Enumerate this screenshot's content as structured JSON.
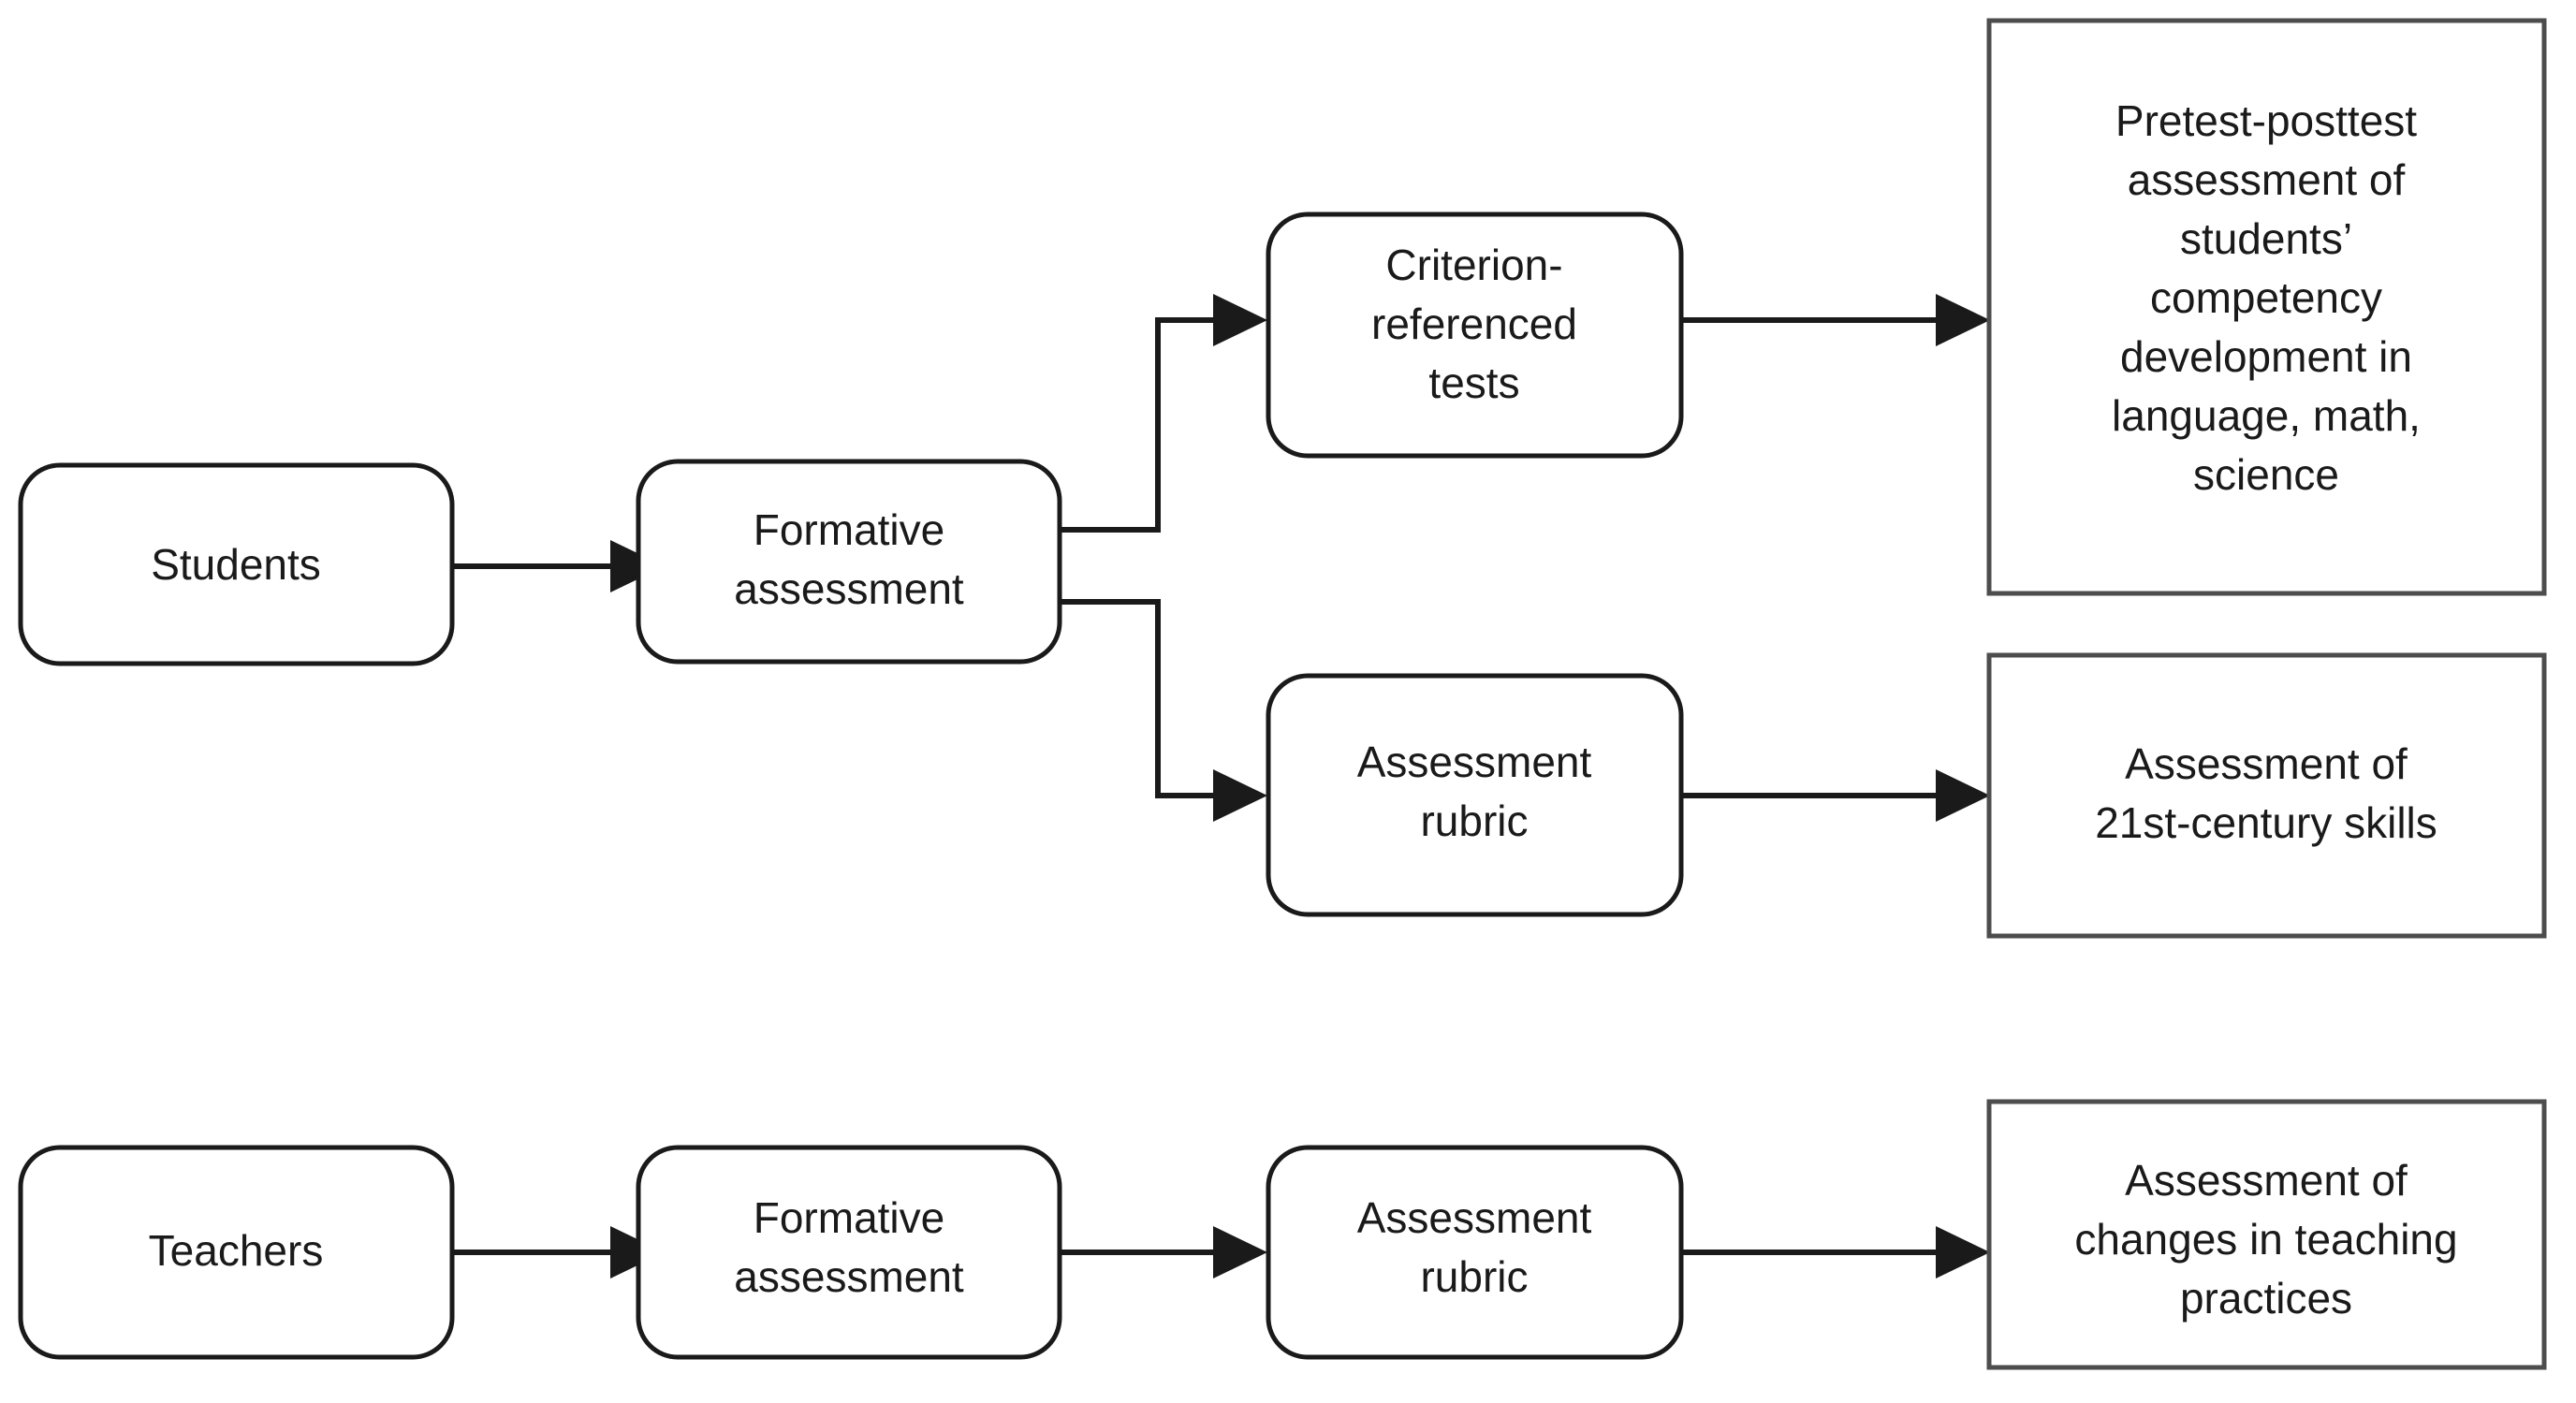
{
  "diagram": {
    "type": "flowchart",
    "title": "Assessment framework flowchart",
    "background_color": "#ffffff",
    "stroke_color": "#1a1a1a",
    "text_color": "#1a1a1a",
    "nodes": {
      "students": {
        "label": "Students",
        "shape": "rounded-rectangle",
        "lines": [
          "Students"
        ]
      },
      "student_formative_assessment": {
        "label": "Formative assessment",
        "shape": "rounded-rectangle",
        "lines": [
          "Formative",
          "assessment"
        ]
      },
      "criterion_referenced_tests": {
        "label": "Criterion-referenced tests",
        "shape": "rounded-rectangle",
        "lines": [
          "Criterion-",
          "referenced",
          "tests"
        ]
      },
      "student_assessment_rubric": {
        "label": "Assessment rubric",
        "shape": "rounded-rectangle",
        "lines": [
          "Assessment",
          "rubric"
        ]
      },
      "pretest_posttest_outcome": {
        "label": "Pretest-posttest assessment of students’ competency development in language, math, science",
        "shape": "rectangle",
        "lines": [
          "Pretest-posttest",
          "assessment of",
          "students’",
          "competency",
          "development in",
          "language, math,",
          "science"
        ]
      },
      "skills_outcome": {
        "label": "Assessment of 21st-century skills",
        "shape": "rectangle",
        "lines": [
          "Assessment of",
          "21st-century skills"
        ]
      },
      "teachers": {
        "label": "Teachers",
        "shape": "rounded-rectangle",
        "lines": [
          "Teachers"
        ]
      },
      "teacher_formative_assessment": {
        "label": "Formative assessment",
        "shape": "rounded-rectangle",
        "lines": [
          "Formative",
          "assessment"
        ]
      },
      "teacher_assessment_rubric": {
        "label": "Assessment rubric",
        "shape": "rounded-rectangle",
        "lines": [
          "Assessment",
          "rubric"
        ]
      },
      "teaching_practices_outcome": {
        "label": "Assessment of changes in teaching practices",
        "shape": "rectangle",
        "lines": [
          "Assessment of",
          "changes in teaching",
          "practices"
        ]
      }
    },
    "edges": [
      {
        "id": "students-to-formative",
        "from": "students",
        "to": "student_formative_assessment",
        "style": "straight-arrow"
      },
      {
        "id": "formative-to-criterion",
        "from": "student_formative_assessment",
        "to": "criterion_referenced_tests",
        "style": "elbow-arrow"
      },
      {
        "id": "formative-to-rubric",
        "from": "student_formative_assessment",
        "to": "student_assessment_rubric",
        "style": "elbow-arrow"
      },
      {
        "id": "criterion-to-pretest",
        "from": "criterion_referenced_tests",
        "to": "pretest_posttest_outcome",
        "style": "straight-arrow"
      },
      {
        "id": "rubric-to-skills",
        "from": "student_assessment_rubric",
        "to": "skills_outcome",
        "style": "straight-arrow"
      },
      {
        "id": "teachers-to-formative",
        "from": "teachers",
        "to": "teacher_formative_assessment",
        "style": "straight-arrow"
      },
      {
        "id": "formative-to-teacher-rubric",
        "from": "teacher_formative_assessment",
        "to": "teacher_assessment_rubric",
        "style": "straight-arrow"
      },
      {
        "id": "teacher-rubric-to-practices",
        "from": "teacher_assessment_rubric",
        "to": "teaching_practices_outcome",
        "style": "straight-arrow"
      }
    ]
  }
}
